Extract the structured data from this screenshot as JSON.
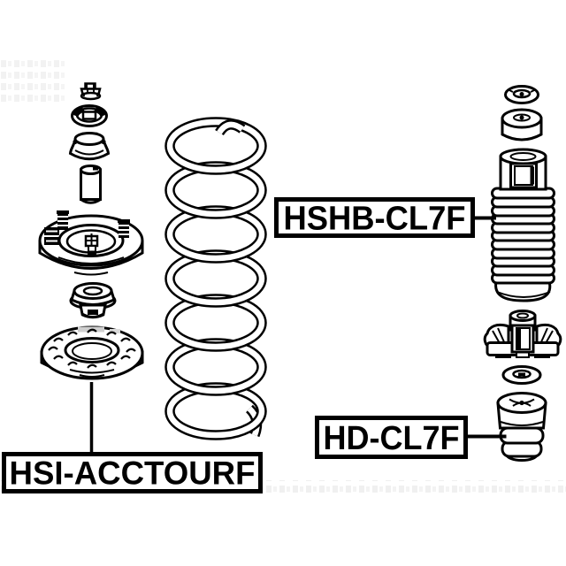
{
  "page": {
    "background": "#ffffff",
    "ink_color": "#000000",
    "watermark_gray": "#ededed",
    "seat_tab_gray": "#cfcfcf"
  },
  "part_labels": {
    "shock_boot": "HSHB-CL7F",
    "bump_stop": "HD-CL7F",
    "strut_mount_kit": "HSI-ACCTOURF"
  }
}
